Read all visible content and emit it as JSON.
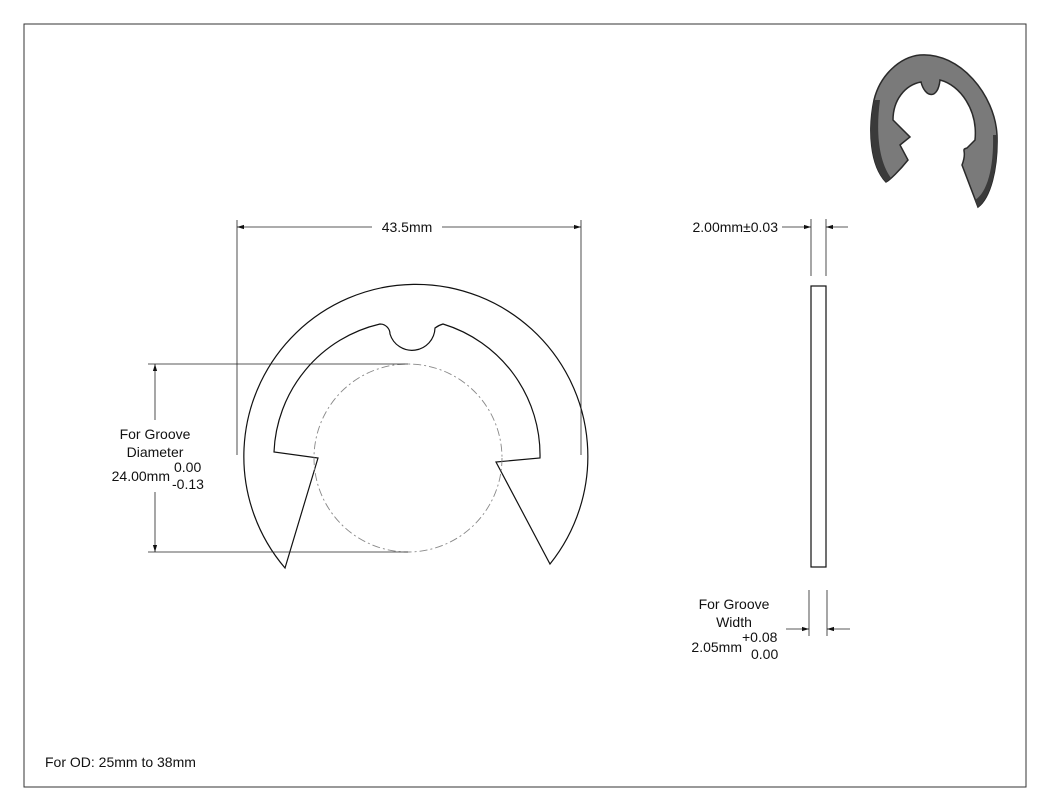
{
  "drawing": {
    "width_dim": "43.5mm",
    "thickness_dim": "2.00mm±0.03",
    "groove_diameter": {
      "label_line1": "For Groove",
      "label_line2": "Diameter",
      "value": "24.00mm",
      "tol_upper": "0.00",
      "tol_lower": "-0.13"
    },
    "groove_width": {
      "label_line1": "For Groove",
      "label_line2": "Width",
      "value": "2.05mm",
      "tol_upper": "+0.08",
      "tol_lower": "0.00"
    },
    "footnote": "For OD: 25mm to 38mm"
  },
  "colors": {
    "line": "#111111",
    "hidden_line": "#888888",
    "iso_dark": "#3a3a3a",
    "iso_face": "#7a7a7a"
  }
}
